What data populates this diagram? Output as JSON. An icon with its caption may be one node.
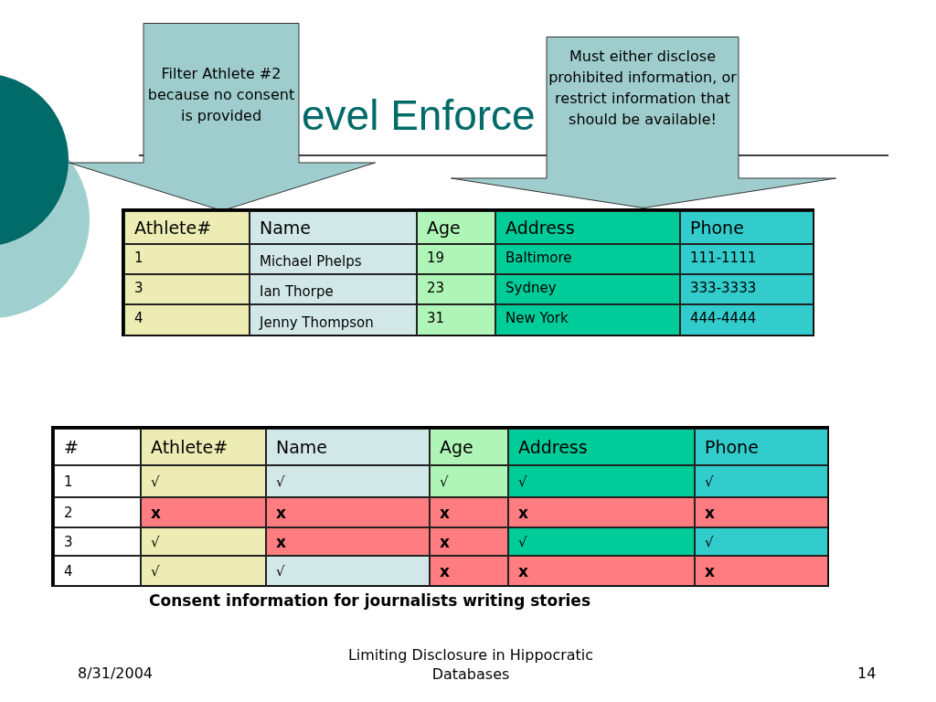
{
  "diagram": {
    "title": "evel Enforce",
    "nodes": [
      {
        "text": [
          "Filter Athlete #2 because no consent is provided"
        ]
      },
      {
        "text": [
          "Must either disclose prohibited information, or restrict information that should be available!"
        ]
      }
    ],
    "labels": [
      "Athlete#",
      "Name",
      "Age",
      "Address",
      "Phone",
      "1",
      "Michael Phelps",
      "19",
      "Baltimore",
      "111-1111",
      "3",
      "Ian Thorpe",
      "23",
      "Sydney",
      "333-3333",
      "4",
      "Jenny Thompson",
      "31",
      "New York",
      "444-4444",
      "#",
      "Athlete#",
      "Name",
      "Age",
      "Address",
      "Phone",
      "1",
      "√",
      "√",
      "√",
      "√",
      "√",
      "2",
      "x",
      "x",
      "x",
      "x",
      "x",
      "3",
      "√",
      "x",
      "x",
      "√",
      "√",
      "4",
      "√",
      "√",
      "x",
      "x",
      "x",
      "Consent information for journalists writing stories",
      "8/31/2004",
      "Limiting Disclosure in Hippocratic Databases",
      "14"
    ]
  }
}
